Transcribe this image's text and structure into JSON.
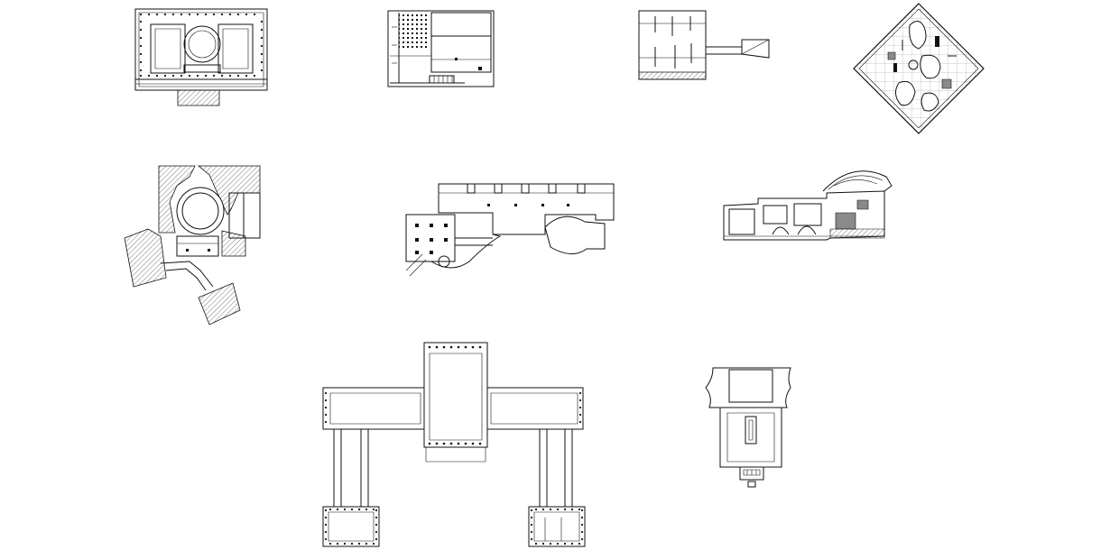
{
  "sheet": {
    "background": "#ffffff",
    "line_color": "#111111",
    "hatch_color": "#555555",
    "plans": [
      "plan-neoclassical-museum",
      "plan-grid-courtyard-building",
      "plan-long-hall-with-ramp",
      "plan-diamond-freeform-gallery",
      "plan-rotunda-complex-hatched",
      "plan-linear-museum-curved-wing",
      "plan-elongated-curved-complex",
      "plan-cross-wing-pavilion",
      "plan-bracket-shaped-pavilion"
    ]
  }
}
